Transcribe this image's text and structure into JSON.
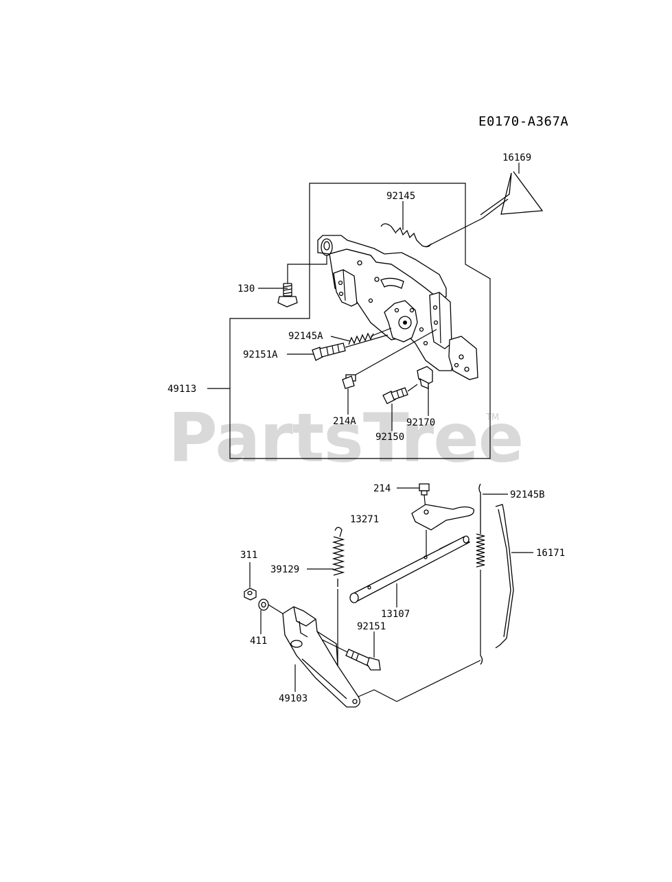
{
  "diagram_code": "E0170-A367A",
  "watermark": {
    "brand": "PartsTree",
    "trademark": "TM"
  },
  "parts": [
    {
      "id": "p16169",
      "number": "16169",
      "icon": "wire-hook-icon"
    },
    {
      "id": "p92145",
      "number": "92145",
      "icon": "spring-icon"
    },
    {
      "id": "p130",
      "number": "130",
      "icon": "bolt-icon"
    },
    {
      "id": "p92145A",
      "number": "92145A",
      "icon": "spring-icon"
    },
    {
      "id": "p92151A",
      "number": "92151A",
      "icon": "bolt-icon"
    },
    {
      "id": "p49113",
      "number": "49113",
      "icon": "control-plate-assembly-icon"
    },
    {
      "id": "p214A",
      "number": "214A",
      "icon": "screw-icon"
    },
    {
      "id": "p92170",
      "number": "92170",
      "icon": "clamp-icon"
    },
    {
      "id": "p92150",
      "number": "92150",
      "icon": "bolt-icon"
    },
    {
      "id": "p214",
      "number": "214",
      "icon": "screw-icon"
    },
    {
      "id": "p92145B",
      "number": "92145B",
      "icon": "spring-icon"
    },
    {
      "id": "p13271",
      "number": "13271",
      "icon": "plate-icon"
    },
    {
      "id": "p311",
      "number": "311",
      "icon": "nut-icon"
    },
    {
      "id": "p39129",
      "number": "39129",
      "icon": "spring-icon"
    },
    {
      "id": "p16171",
      "number": "16171",
      "icon": "rod-icon"
    },
    {
      "id": "p13107",
      "number": "13107",
      "icon": "shaft-icon"
    },
    {
      "id": "p92151",
      "number": "92151",
      "icon": "bolt-icon"
    },
    {
      "id": "p411",
      "number": "411",
      "icon": "washer-icon"
    },
    {
      "id": "p49103",
      "number": "49103",
      "icon": "lever-icon"
    }
  ]
}
